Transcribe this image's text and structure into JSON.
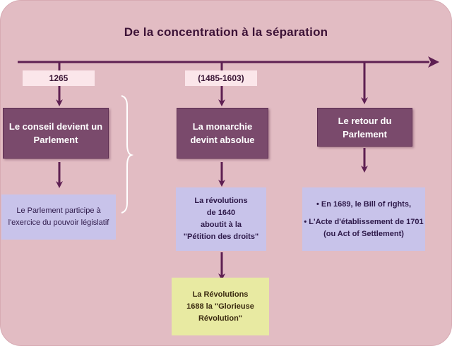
{
  "title": "De la concentration à la séparation",
  "colors": {
    "background": "#e2bcc3",
    "line": "#5e1f52",
    "stage_box": "#7a4a6c",
    "note_box": "#c8c3ea",
    "highlight_box": "#e8eaa2",
    "date_box": "#fbe6ea"
  },
  "dates": {
    "first": "1265",
    "second": "(1485-1603)"
  },
  "stages": {
    "parliament": [
      "Le conseil devient un",
      "Parlement"
    ],
    "monarchy": [
      "La monarchie",
      "devint absolue"
    ],
    "return": [
      "Le retour du",
      "Parlement"
    ]
  },
  "notes": {
    "legislative": [
      "Le Parlement participe à",
      "l'exercice du pouvoir législatif"
    ],
    "revolution_1640": [
      "La révolutions",
      "de 1640",
      "aboutit à la",
      "\"Pétition des droits\""
    ],
    "revolution_1688": [
      "La Révolutions",
      "1688 la \"Glorieuse",
      "Révolution\""
    ],
    "bill_of_rights": [
      "• En 1689, le Bill of rights,",
      "",
      "• L'Acte d'établissement de 1701",
      "(ou Act of Settlement)"
    ]
  }
}
